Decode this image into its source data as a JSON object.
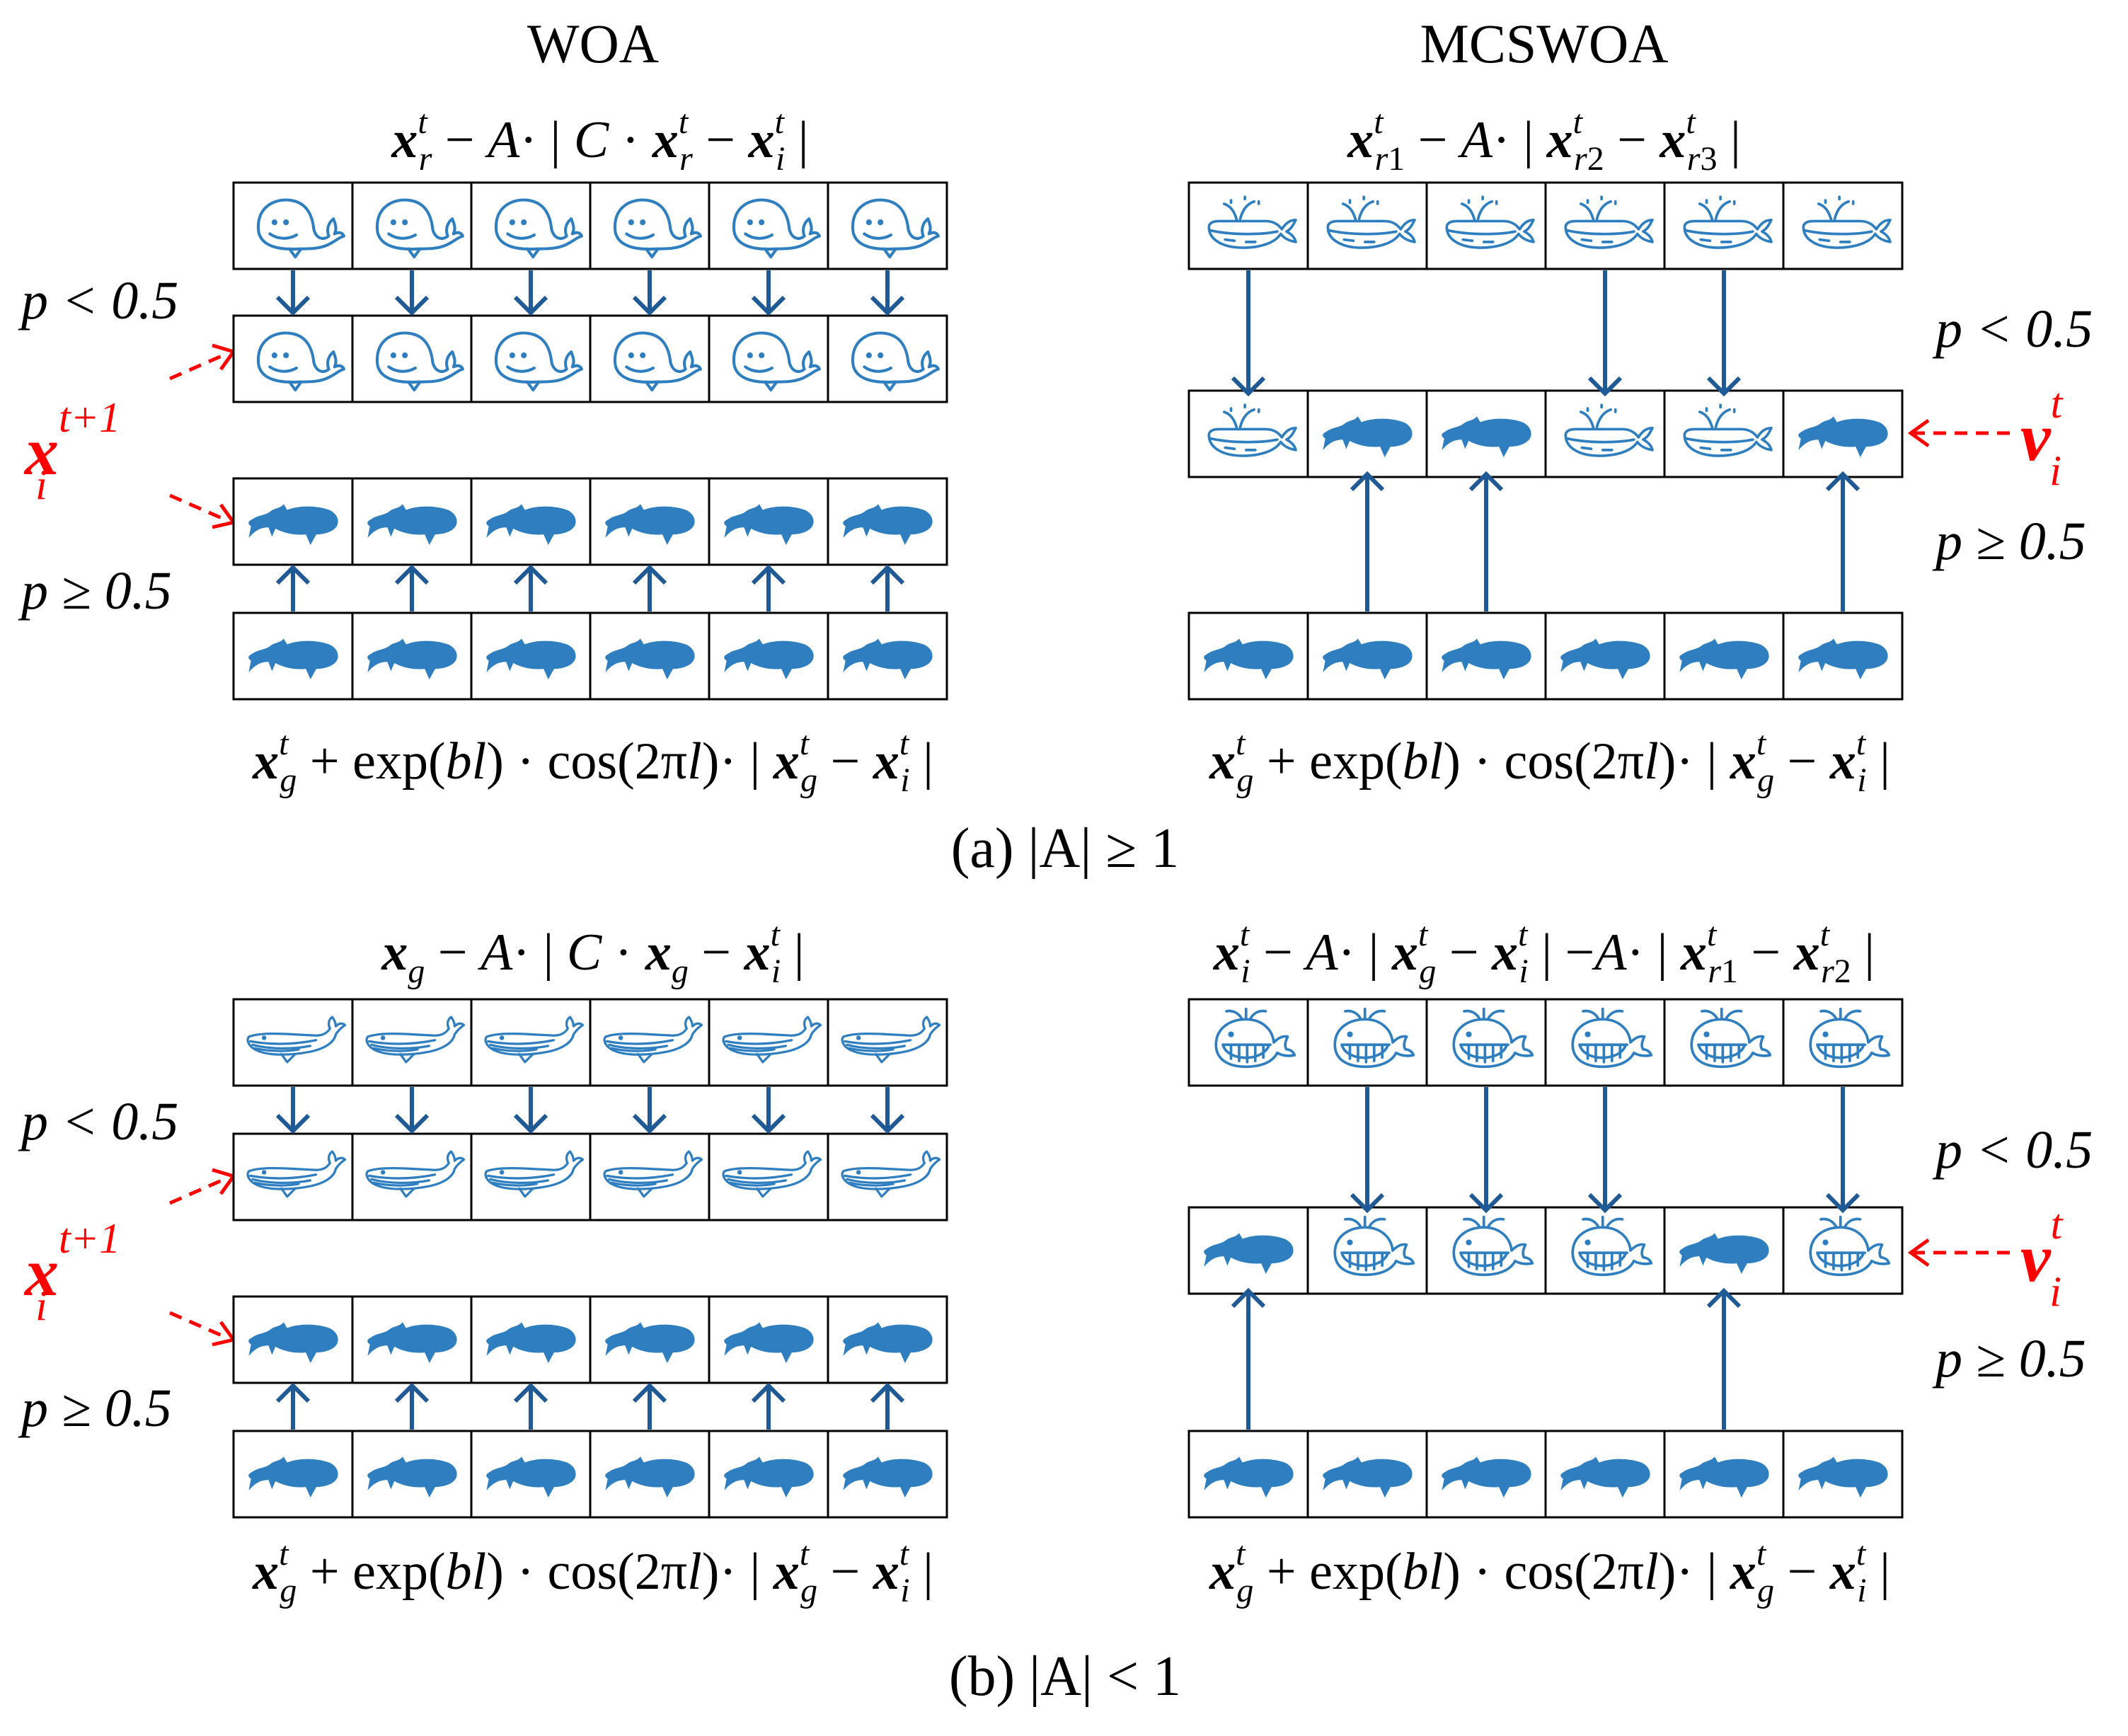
{
  "colors": {
    "whale": "#2f7fc0",
    "arrow": "#1f5a96",
    "red": "#ff0000",
    "border": "#000000"
  },
  "titles": {
    "left": "WOA",
    "right": "MCSWOA"
  },
  "labels": {
    "p_lt": "p < 0.5",
    "p_ge": "p ≥ 0.5",
    "x_next_base": "x",
    "x_next_sup": "t+1",
    "x_next_sub": "i",
    "v_base": "v",
    "v_sup": "t",
    "v_sub": "i"
  },
  "captions": {
    "a": "(a) |A| ≥ 1",
    "b": "(b) |A| < 1"
  },
  "formulas": {
    "a_left_top": "x_r^t − A· | C · x_r^t − x_i^t |",
    "a_right_top": "x_r1^t − A· | x_r2^t − x_r3^t |",
    "a_left_bottom": "x_g^t + exp(bl) · cos(2πl)· | x_g^t − x_i^t |",
    "a_right_bottom": "x_g^t + exp(bl) · cos(2πl)· | x_g^t − x_i^t |",
    "b_left_top": "x_g − A· | C · x_g − x_i^t |",
    "b_right_top": "x_i^t − A· | x_g^t − x_i^t | −A· | x_r1^t − x_r2^t |",
    "b_left_bottom": "x_g^t + exp(bl) · cos(2πl)· | x_g^t − x_i^t |",
    "b_right_bottom": "x_g^t + exp(bl) · cos(2πl)· | x_g^t − x_i^t |"
  },
  "icons": {
    "cute_whale": "cute-whale-icon",
    "shark": "whale-shark-icon",
    "spout_whale": "spouting-whale-icon",
    "long_whale": "blue-whale-icon",
    "round_whale": "round-whale-icon"
  },
  "panels": {
    "a_left": {
      "rows": [
        [
          "cute",
          "cute",
          "cute",
          "cute",
          "cute",
          "cute"
        ],
        [
          "cute",
          "cute",
          "cute",
          "cute",
          "cute",
          "cute"
        ],
        [
          "shark",
          "shark",
          "shark",
          "shark",
          "shark",
          "shark"
        ],
        [
          "shark",
          "shark",
          "shark",
          "shark",
          "shark",
          "shark"
        ]
      ]
    },
    "a_right": {
      "rows": [
        [
          "spout",
          "spout",
          "spout",
          "spout",
          "spout",
          "spout"
        ],
        [
          "spout",
          "shark",
          "shark",
          "spout",
          "spout",
          "shark"
        ],
        [
          "shark",
          "shark",
          "shark",
          "shark",
          "shark",
          "shark"
        ]
      ],
      "down_cols": [
        0,
        3,
        4
      ],
      "up_cols": [
        1,
        2,
        5
      ]
    },
    "b_left": {
      "rows": [
        [
          "long",
          "long",
          "long",
          "long",
          "long",
          "long"
        ],
        [
          "long",
          "long",
          "long",
          "long",
          "long",
          "long"
        ],
        [
          "shark",
          "shark",
          "shark",
          "shark",
          "shark",
          "shark"
        ],
        [
          "shark",
          "shark",
          "shark",
          "shark",
          "shark",
          "shark"
        ]
      ]
    },
    "b_right": {
      "rows": [
        [
          "round",
          "round",
          "round",
          "round",
          "round",
          "round"
        ],
        [
          "shark",
          "round",
          "round",
          "round",
          "shark",
          "round"
        ],
        [
          "shark",
          "shark",
          "shark",
          "shark",
          "shark",
          "shark"
        ]
      ],
      "down_cols": [
        1,
        2,
        3,
        5
      ],
      "up_cols": [
        0,
        4
      ]
    }
  }
}
